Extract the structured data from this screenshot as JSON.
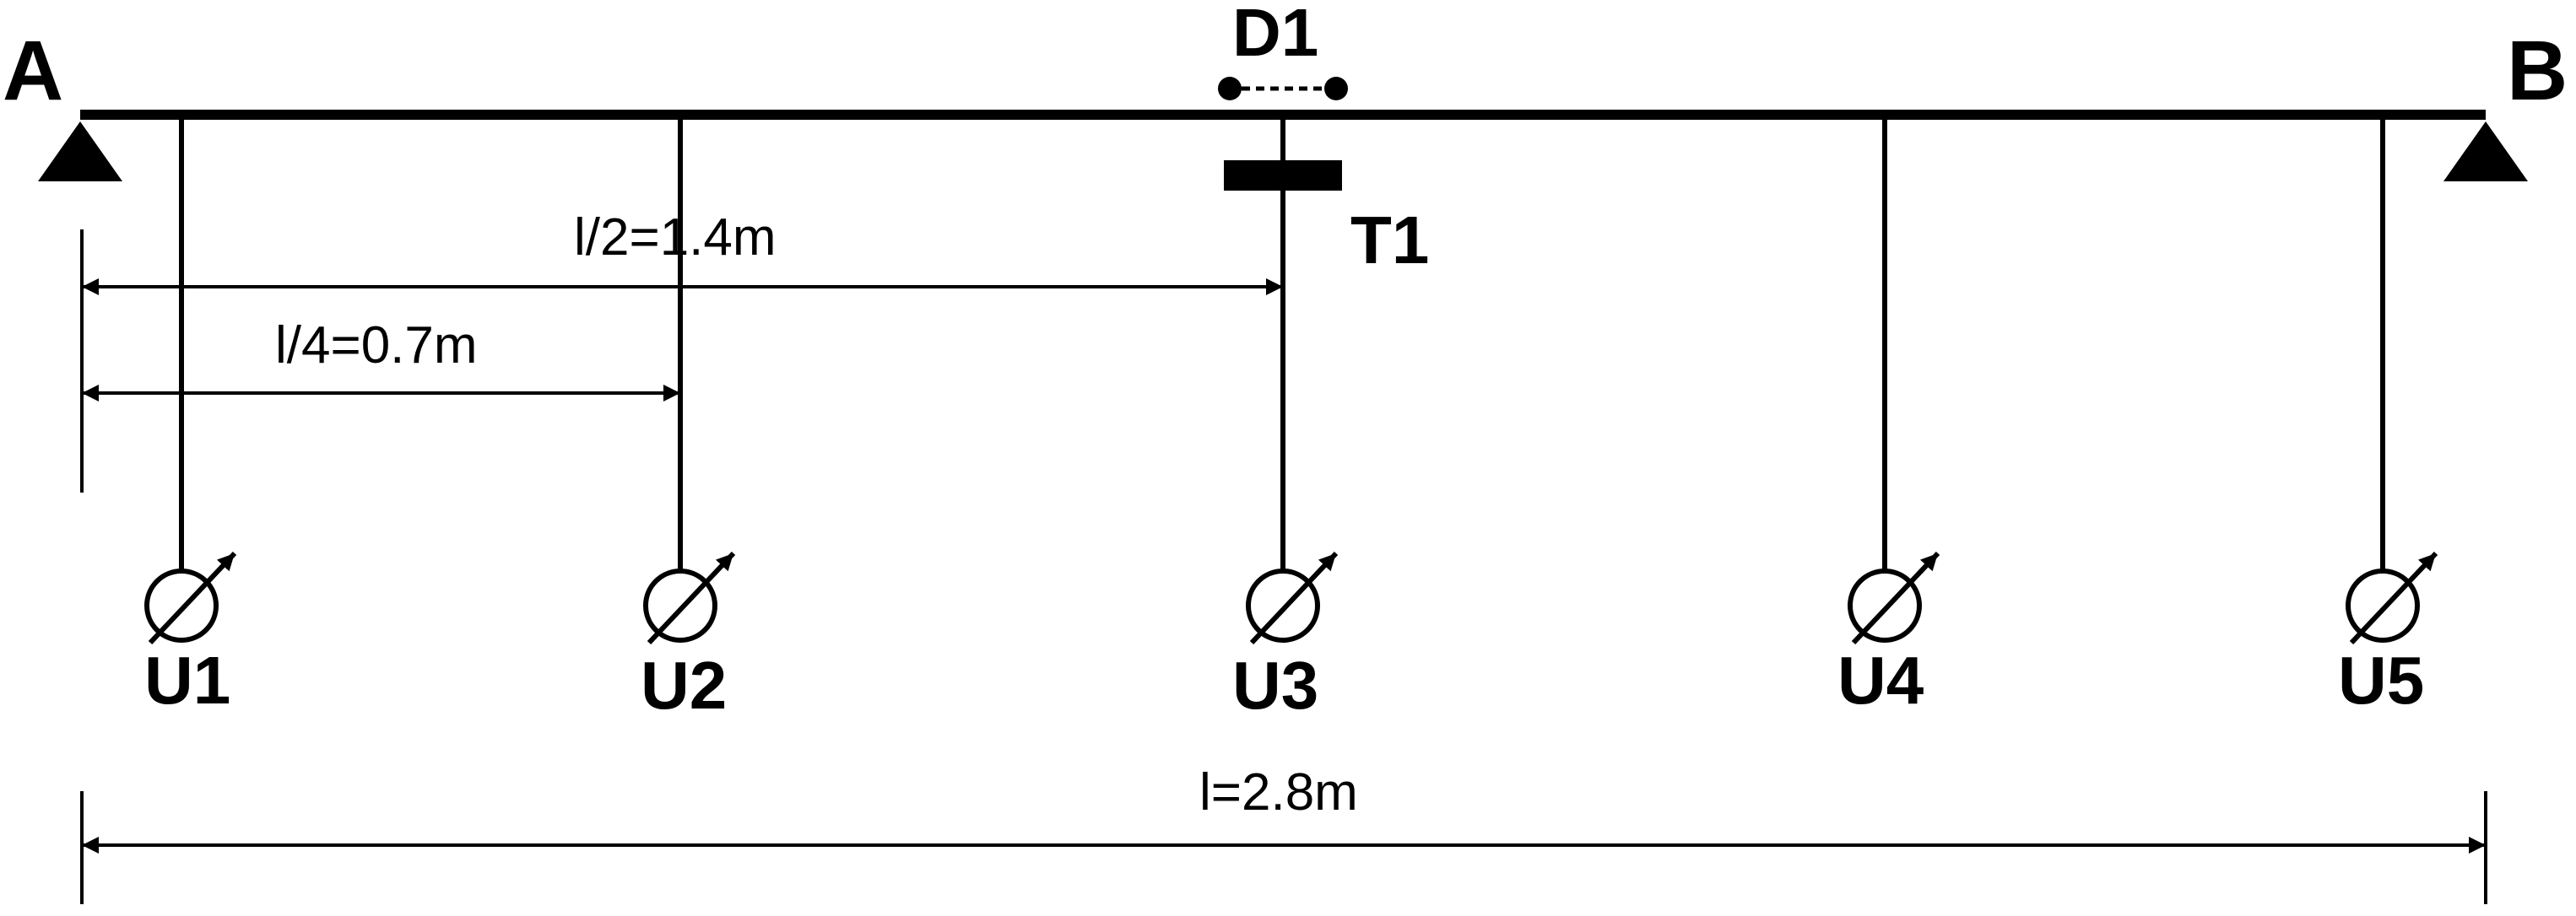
{
  "supports": {
    "left_label": "A",
    "right_label": "B"
  },
  "displacement_sensor": {
    "label": "D1"
  },
  "tension_sensor": {
    "label": "T1"
  },
  "gauges": [
    {
      "label": "U1"
    },
    {
      "label": "U2"
    },
    {
      "label": "U3"
    },
    {
      "label": "U4"
    },
    {
      "label": "U5"
    }
  ],
  "dimensions": {
    "half_span": "l/2=1.4m",
    "quarter_span": "l/4=0.7m",
    "total_span": "l=2.8m"
  },
  "colors": {
    "line": "#000000",
    "background": "#ffffff"
  }
}
